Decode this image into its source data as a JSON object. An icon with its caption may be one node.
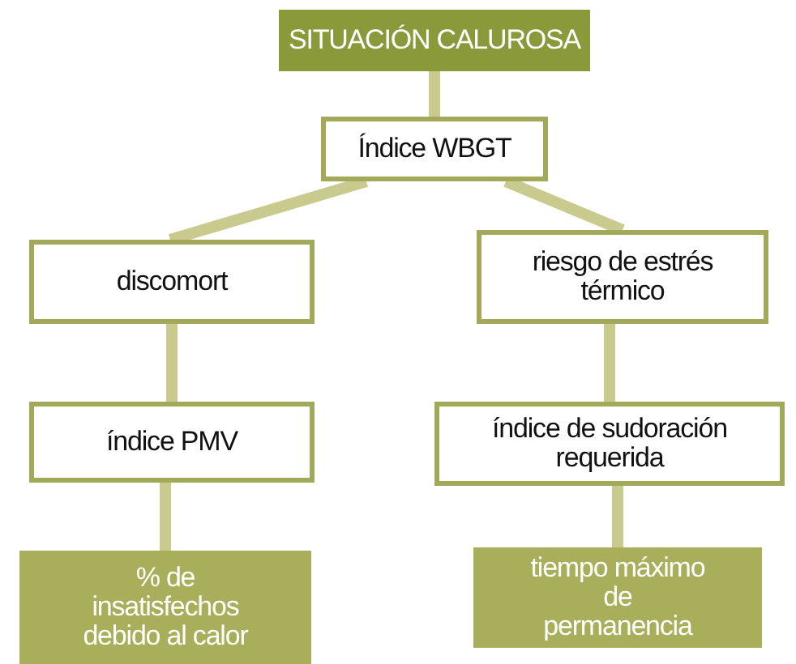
{
  "diagram": {
    "nodes": [
      {
        "text": [
          "SITUACIÓN CALUROSA"
        ]
      },
      {
        "text": [
          "Índice WBGT"
        ]
      },
      {
        "text": [
          "discomort"
        ]
      },
      {
        "text": [
          "riesgo de estrés térmico"
        ]
      },
      {
        "text": [
          "índice PMV"
        ]
      },
      {
        "text": [
          "índice de sudoración requerida"
        ]
      },
      {
        "text": [
          "% de insatisfechos debido al calor"
        ]
      },
      {
        "text": [
          "tiempo máximo de permanencia"
        ]
      }
    ],
    "edges": [
      {
        "from": 0,
        "to": 1,
        "arrow": "none"
      },
      {
        "from": 1,
        "to": 2,
        "arrow": "none"
      },
      {
        "from": 1,
        "to": 3,
        "arrow": "none"
      },
      {
        "from": 2,
        "to": 4,
        "arrow": "none"
      },
      {
        "from": 4,
        "to": 6,
        "arrow": "none"
      },
      {
        "from": 3,
        "to": 5,
        "arrow": "none"
      },
      {
        "from": 5,
        "to": 7,
        "arrow": "none"
      }
    ]
  }
}
